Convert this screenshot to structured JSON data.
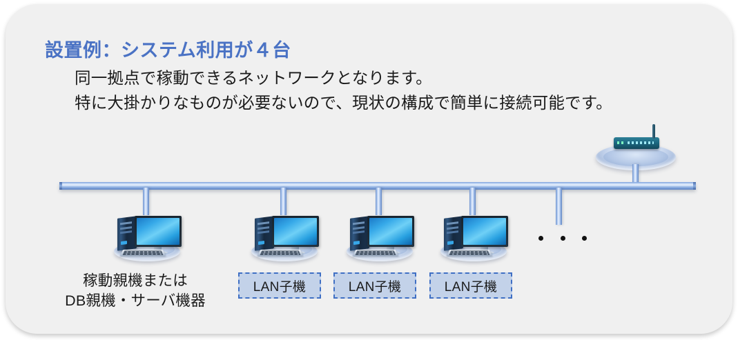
{
  "card": {
    "background_color": "#f0f0f0",
    "title": "設置例：システム利用が４台",
    "title_color": "#4a72c4",
    "body_lines": [
      "同一拠点で稼動できるネットワークとなります。",
      "特に大掛かりなものが必要ないので、現状の構成で簡単に接続可能です。"
    ]
  },
  "diagram": {
    "bus": {
      "name": "network-bus-line",
      "color": "#9cbbe8"
    },
    "router": {
      "name": "wireless-router-icon",
      "body_color": "#1e6a84"
    },
    "nodes": [
      {
        "icon": "desktop-computer-icon",
        "index": 1
      },
      {
        "icon": "desktop-computer-icon",
        "index": 2
      },
      {
        "icon": "desktop-computer-icon",
        "index": 3
      },
      {
        "icon": "desktop-computer-icon",
        "index": 4
      }
    ],
    "server_caption": {
      "line1": "稼動親機または",
      "line2": "DB親機・サーバ機器"
    },
    "lan_boxes": [
      {
        "label": "LAN子機"
      },
      {
        "label": "LAN子機"
      },
      {
        "label": "LAN子機"
      }
    ],
    "lan_box_fill": "#c3d2e9",
    "lan_box_border": "#3f6fc4",
    "ellipsis": "• • •"
  }
}
